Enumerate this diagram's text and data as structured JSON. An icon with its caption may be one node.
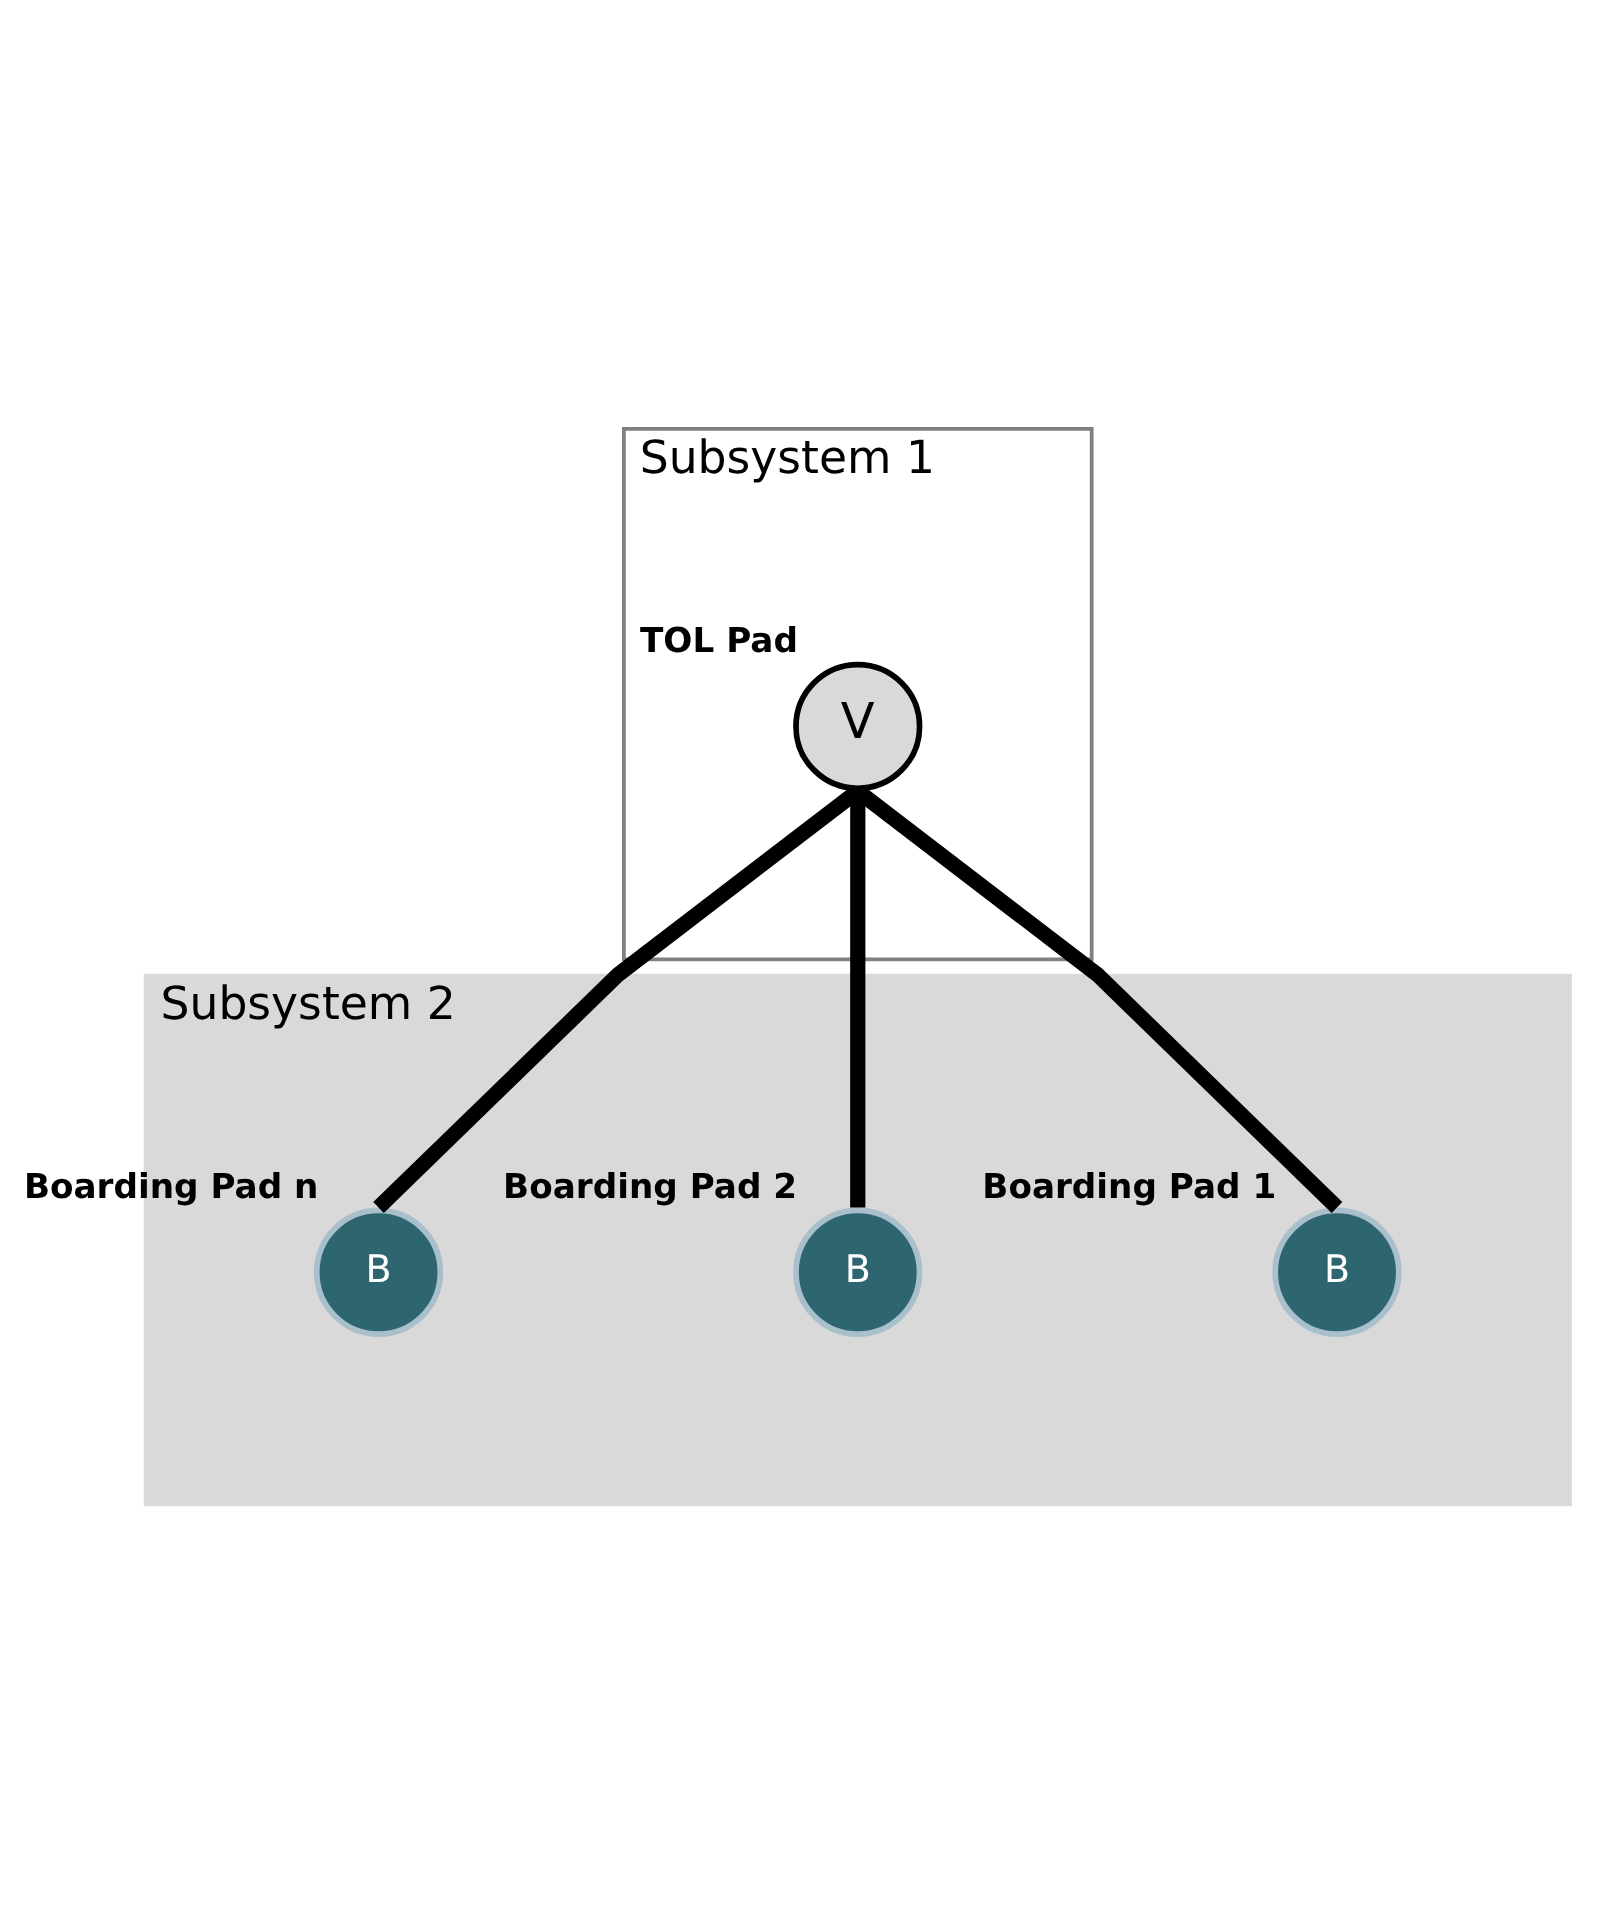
{
  "diagram": {
    "nodes": [
      {
        "text": [
          "Subsystem 1"
        ]
      },
      {
        "text": [
          "V"
        ],
        "in": 0,
        "beside": [
          "TOL Pad"
        ]
      },
      {
        "text": [
          "Subsystem 2"
        ]
      },
      {
        "text": [
          "B"
        ],
        "in": 2,
        "beside": [
          "Boarding Pad 1"
        ]
      },
      {
        "text": [
          "B"
        ],
        "in": 2,
        "beside": [
          "Boarding Pad 2"
        ]
      },
      {
        "text": [
          "B"
        ],
        "in": 2,
        "beside": [
          "Boarding Pad n"
        ]
      }
    ],
    "edges": [
      {
        "from": 1,
        "to": 3,
        "arrow": "none"
      },
      {
        "from": 1,
        "to": 4,
        "arrow": "none"
      },
      {
        "from": 1,
        "to": 5,
        "arrow": "none"
      }
    ]
  }
}
